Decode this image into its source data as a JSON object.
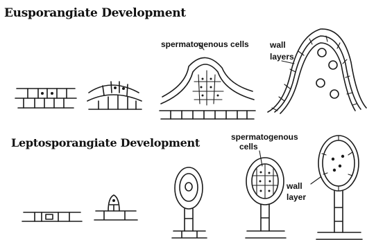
{
  "eusporangiate": {
    "title": "Eusporangiate Development",
    "label_spermatogenous": "spermatogenous cells",
    "label_wall_line1": "wall",
    "label_wall_line2": "layers"
  },
  "leptosporangiate": {
    "title": "Leptosporangiate Development",
    "label_spermatogenous_line1": "spermatogenous",
    "label_spermatogenous_line2": "cells",
    "label_wall_line1": "wall",
    "label_wall_line2": "layer"
  },
  "colors": {
    "ink": "#1a1a1a",
    "background": "#ffffff"
  }
}
